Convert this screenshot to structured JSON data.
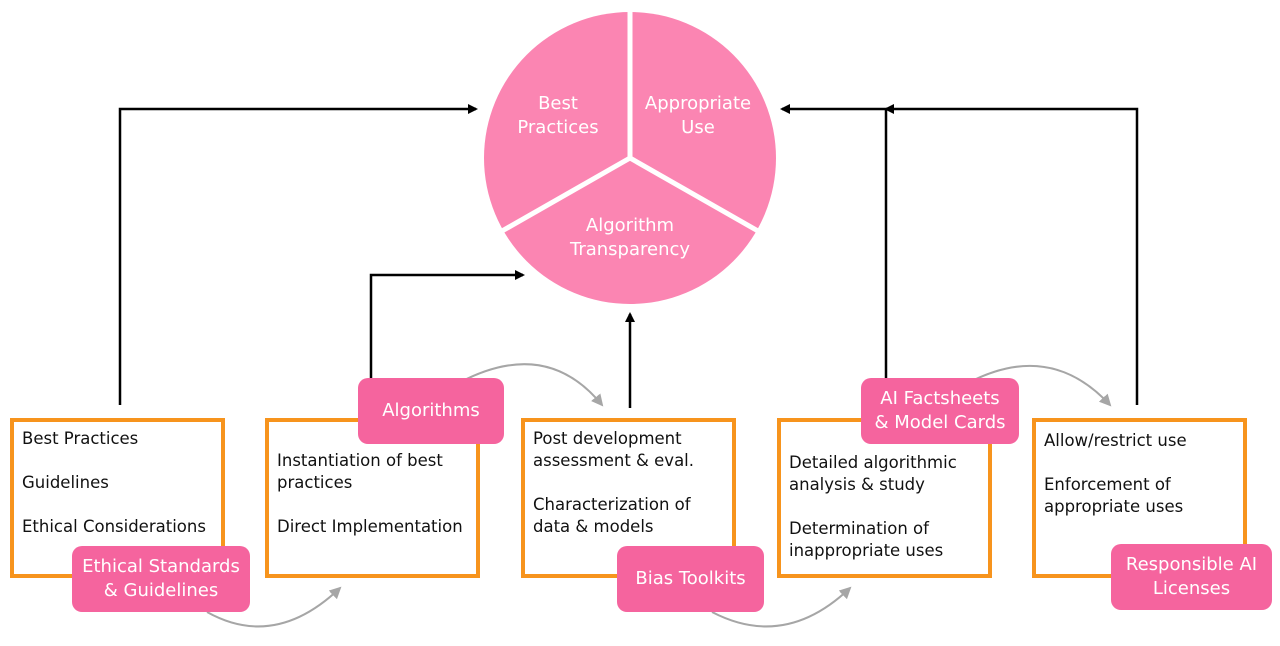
{
  "pie": {
    "segments": [
      {
        "label": "Best\nPractices"
      },
      {
        "label": "Appropriate\nUse"
      },
      {
        "label": "Algorithm\nTransparency"
      }
    ],
    "color": "#fb85b2"
  },
  "stages": [
    {
      "tag": "Ethical Standards\n& Guidelines",
      "text": "Best Practices\n\nGuidelines\n\nEthical Considerations"
    },
    {
      "tag": "Algorithms",
      "text": "Instantiation of best\npractices\n\nDirect Implementation"
    },
    {
      "tag": "Bias Toolkits",
      "text": "Post development\nassessment & eval.\n\nCharacterization of\ndata & models"
    },
    {
      "tag": "AI Factsheets\n& Model Cards",
      "text": "Detailed algorithmic\nanalysis & study\n\nDetermination of\ninappropriate uses"
    },
    {
      "tag": "Responsible AI\nLicenses",
      "text": "Allow/restrict use\n\nEnforcement of\nappropriate uses"
    }
  ],
  "colors": {
    "box_border": "#f7941d",
    "tag_fill": "#f5649e",
    "arrow": "#000000",
    "flow_arrow": "#a6a6a6"
  }
}
